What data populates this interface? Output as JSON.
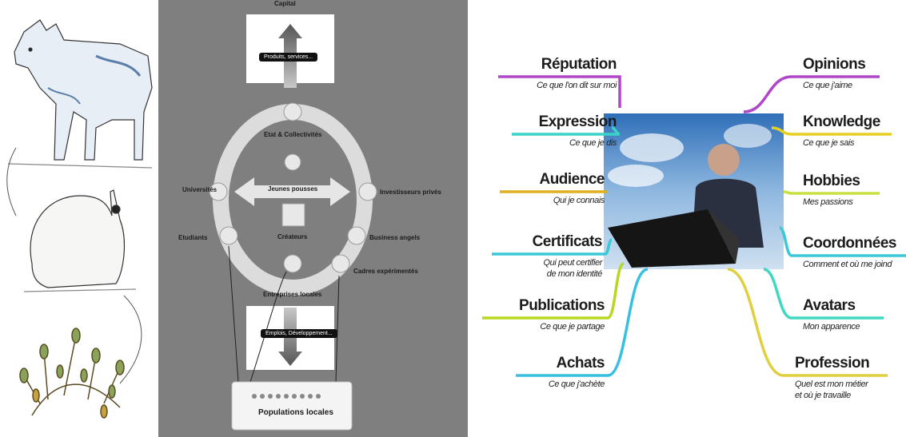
{
  "ecosystem": {
    "top_partial": "Capital",
    "top_box": "Produits, services...",
    "state": "Etat & Collectivités",
    "universities": "Universités",
    "young": "Jeunes pousses",
    "investors": "Investisseurs privés",
    "students": "Etudiants",
    "creators": "Créateurs",
    "angels": "Business angels",
    "executives": "Cadres expérimentés",
    "local_firms": "Entreprises locales",
    "bottom_box": "Emplois, Développement...",
    "populations": "Populations locales"
  },
  "mindmap": {
    "left": [
      {
        "title": "Réputation",
        "sub": [
          "Ce que l'on dit sur moi"
        ],
        "color": "#b046c8"
      },
      {
        "title": "Expression",
        "sub": [
          "Ce que je dis"
        ],
        "color": "#39d3c8"
      },
      {
        "title": "Audience",
        "sub": [
          "Qui je connais"
        ],
        "color": "#e0b020"
      },
      {
        "title": "Certificats",
        "sub": [
          "Qui peut certifier",
          "de mon identité"
        ],
        "color": "#39c8d8"
      },
      {
        "title": "Publications",
        "sub": [
          "Ce que je partage"
        ],
        "color": "#b8d820"
      },
      {
        "title": "Achats",
        "sub": [
          "Ce que j'achète"
        ],
        "color": "#39c0e0"
      }
    ],
    "right": [
      {
        "title": "Opinions",
        "sub": [
          "Ce que j'aime"
        ],
        "color": "#b046c8"
      },
      {
        "title": "Knowledge",
        "sub": [
          "Ce que je sais"
        ],
        "color": "#e8d020"
      },
      {
        "title": "Hobbies",
        "sub": [
          "Mes passions"
        ],
        "color": "#c8e040"
      },
      {
        "title": "Coordonnées",
        "sub": [
          "Comment et où me joind"
        ],
        "color": "#39c8d8"
      },
      {
        "title": "Avatars",
        "sub": [
          "Mon apparence"
        ],
        "color": "#40d8c0"
      },
      {
        "title": "Profession",
        "sub": [
          "Quel est mon métier",
          "et où je travaille"
        ],
        "color": "#e0d040"
      }
    ]
  }
}
